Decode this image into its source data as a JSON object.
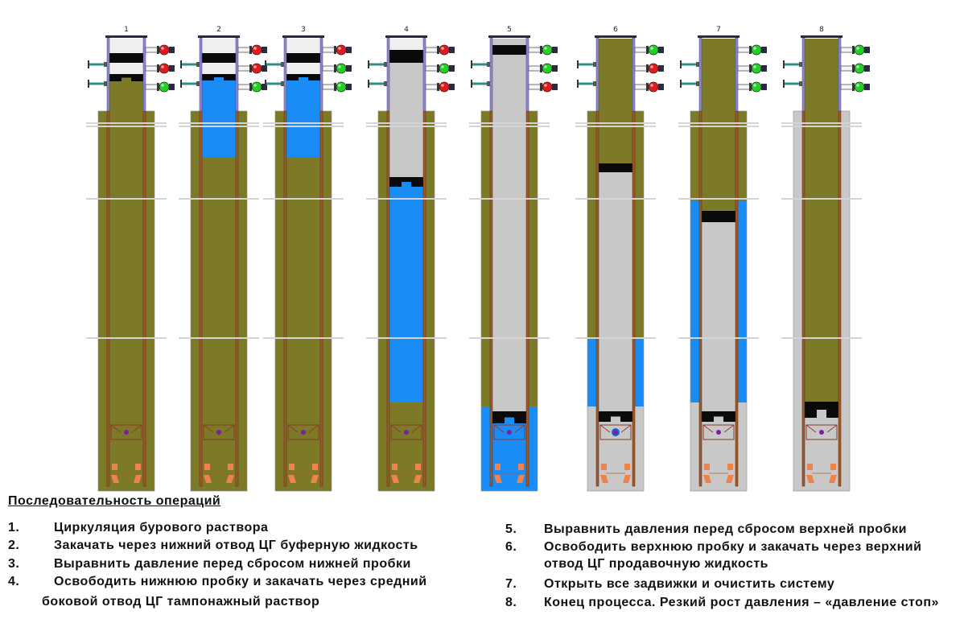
{
  "colors": {
    "mud": "#7c7a27",
    "spacer": "#1a8cf5",
    "cement": "#c8c8c8",
    "plug": "#0a0a0a",
    "head_top": "#efefef"
  },
  "wells": [
    {
      "label": "1",
      "valves": [
        "#e31a1c",
        "#e31a1c",
        "#24d024"
      ]
    },
    {
      "label": "2",
      "valves": [
        "#e31a1c",
        "#e31a1c",
        "#24d024"
      ]
    },
    {
      "label": "3",
      "valves": [
        "#e31a1c",
        "#24d024",
        "#24d024"
      ]
    },
    {
      "label": "4",
      "valves": [
        "#e31a1c",
        "#24d024",
        "#e31a1c"
      ]
    },
    {
      "label": "5",
      "valves": [
        "#24d024",
        "#24d024",
        "#e31a1c"
      ]
    },
    {
      "label": "6",
      "valves": [
        "#24d024",
        "#e31a1c",
        "#e31a1c"
      ]
    },
    {
      "label": "7",
      "valves": [
        "#24d024",
        "#24d024",
        "#24d024"
      ]
    },
    {
      "label": "8",
      "valves": [
        "#24d024",
        "#24d024",
        "#24d024"
      ]
    }
  ],
  "legend": {
    "title": "Последовательность операций",
    "steps": [
      {
        "number": "1.",
        "lines": [
          "Циркуляция бурового раствора"
        ]
      },
      {
        "number": "2.",
        "lines": [
          "Закачать через нижний отвод ЦГ буферную жидкость"
        ]
      },
      {
        "number": "3.",
        "lines": [
          "Выравнить давление перед сбросом нижней пробки"
        ]
      },
      {
        "number": "4.",
        "lines": [
          "Освободить нижнюю пробку  и закачать через средний",
          "боковой отвод ЦГ тампонажный раствор"
        ]
      },
      {
        "number": "5.",
        "lines": [
          "Выравнить давления перед сбросом  верхней пробки"
        ]
      },
      {
        "number": "6.",
        "lines": [
          "Освободить верхнюю пробку  и закачать через верхний",
          "отвод ЦГ продавочную жидкость"
        ]
      },
      {
        "number": "7.",
        "lines": [
          "Открыть все задвижки и очистить систему"
        ]
      },
      {
        "number": "8.",
        "lines": [
          "Конец процесса. Резкий рост давления – «давление стоп»"
        ]
      }
    ]
  }
}
